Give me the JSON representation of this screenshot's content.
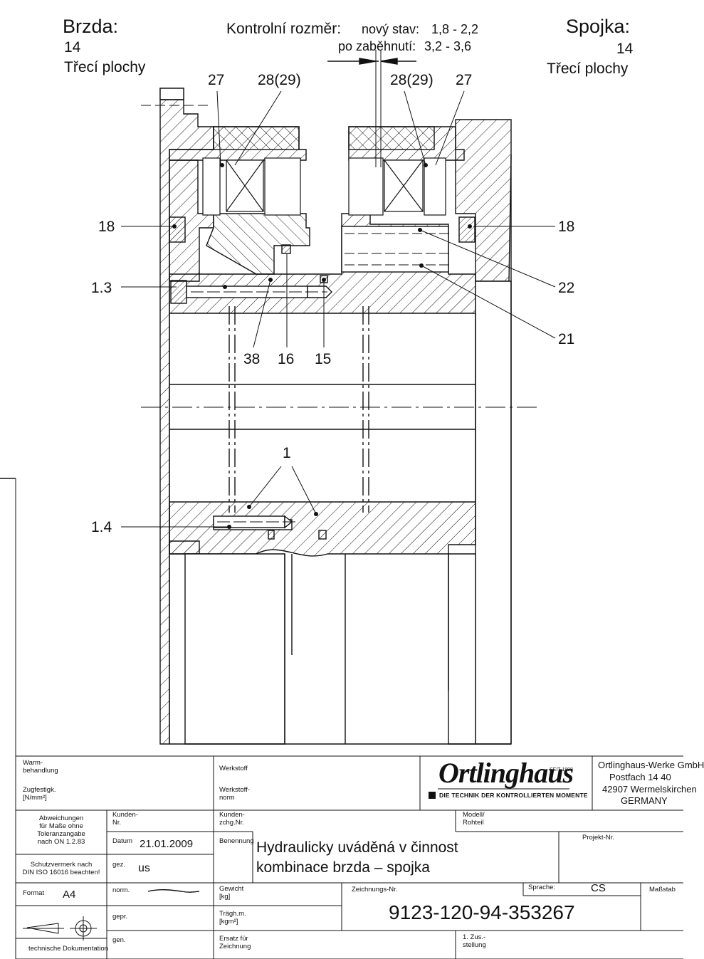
{
  "header": {
    "brake_title": "Brzda:",
    "brake_count": "14",
    "brake_surfaces": "Třecí plochy",
    "clutch_title": "Spojka:",
    "clutch_count": "14",
    "clutch_surfaces": "Třecí plochy",
    "control_label": "Kontrolní rozměr:",
    "new_state_label": "nový stav:",
    "new_state_value": "1,8 - 2,2",
    "run_in_label": "po zaběhnutí:",
    "run_in_value": "3,2 - 3,6"
  },
  "callouts": {
    "c27_left": "27",
    "c2829_left": "28(29)",
    "c2829_right": "28(29)",
    "c27_right": "27",
    "c18_left": "18",
    "c18_right": "18",
    "c13": "1.3",
    "c22": "22",
    "c21": "21",
    "c38": "38",
    "c16": "16",
    "c15": "15",
    "c1": "1",
    "c14": "1.4"
  },
  "title_block": {
    "warm_label": "Warm-\nbehandlung",
    "zugfestigk_label": "Zugfestigk.\n[N/mm²]",
    "werkstoff_label": "Werkstoff",
    "werkstoffnorm_label": "Werkstoff-\nnorm",
    "logo_text": "Ortlinghaus",
    "logo_since": "SEIT 1898",
    "logo_tagline": "DIE TECHNIK DER KONTROLLIERTEN MOMENTE",
    "company_name": "Ortlinghaus-Werke GmbH",
    "company_postfach": "Postfach 14 40",
    "company_city": "42907 Wermelskirchen",
    "company_country": "GERMANY",
    "abweichungen_label": "Abweichungen\nfür Maße ohne\nToleranzangabe\nnach ON 1.2.83",
    "schutz_label": "Schutzvermerk nach\nDIN ISO 16016 beachten!",
    "kunden_nr_label": "Kunden-\nNr.",
    "datum_label": "Datum",
    "datum_value": "21.01.2009",
    "gez_label": "gez.",
    "gez_value": "us",
    "norm_label": "norm.",
    "gepr_label": "gepr.",
    "gen_label": "gen.",
    "kunden_zchg_label": "Kunden-\nzchg.Nr.",
    "benennung_label": "Benennung",
    "title_line1": "Hydraulicky uváděná v činnost",
    "title_line2": "kombinace brzda – spojka",
    "modell_label": "Modell/\nRohteil",
    "projekt_label": "Projekt-Nr.",
    "format_label": "Format",
    "format_value": "A4",
    "tech_doc_label": "technische Dokumentation",
    "gewicht_label": "Gewicht\n[kg]",
    "traegh_label": "Trägh.m.\n[kgm²]",
    "ersatz_label": "Ersatz für\nZeichnung",
    "zeichnungs_label": "Zeichnungs-Nr.",
    "sprache_label": "Sprache:",
    "sprache_value": "CS",
    "massstab_label": "Maßstab",
    "drawing_number": "9123-120-94-353267",
    "zus_label": "1. Zus.-\nstellung"
  }
}
